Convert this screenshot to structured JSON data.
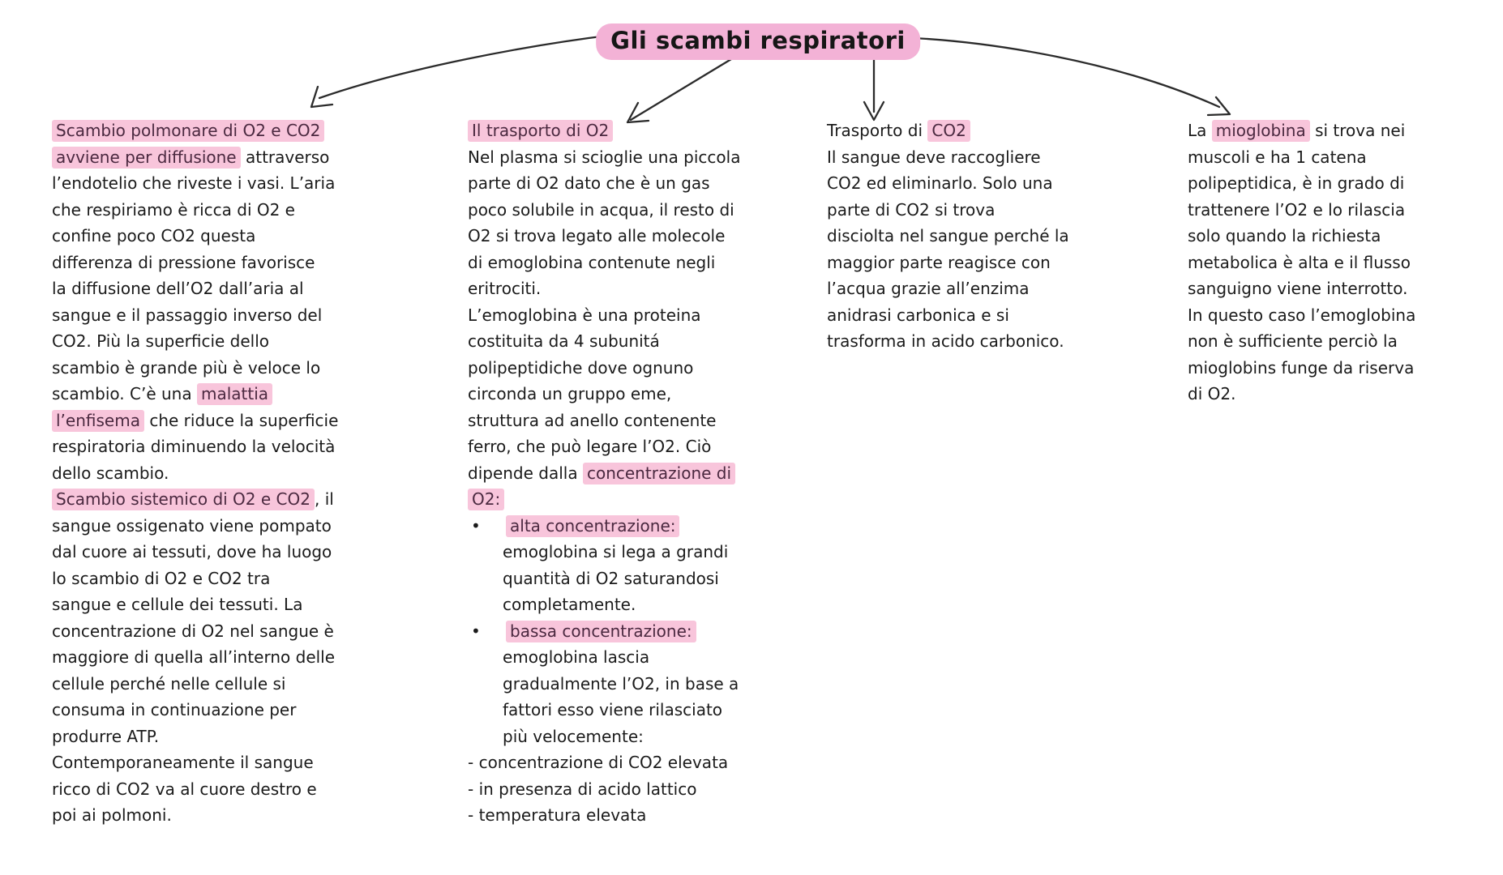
{
  "title": {
    "text": "Gli scambi respiratori"
  },
  "bullet_char": "•",
  "colors": {
    "highlight": "#f8c5db",
    "highlight_text": "#4b2940",
    "title_highlight": "#f3b2d6",
    "ink": "#1b1b1b",
    "arrow": "#2b2b2b"
  },
  "connectors": [
    "arrow-to-scambio-polmonare",
    "arrow-to-trasporto-o2",
    "arrow-to-trasporto-co2",
    "arrow-to-mioglobina"
  ],
  "columns": [
    {
      "id": "scambio-polmonare",
      "lines": [
        {
          "segs": [
            {
              "t": "Scambio polmonare di O2 e CO2",
              "hl": true
            }
          ]
        },
        {
          "segs": [
            {
              "t": "avviene per diffusione",
              "hl": true
            },
            {
              "t": " attraverso"
            }
          ]
        },
        {
          "segs": [
            {
              "t": "l’endotelio che riveste i vasi. L’aria"
            }
          ]
        },
        {
          "segs": [
            {
              "t": "che respiriamo è ricca di O2 e"
            }
          ]
        },
        {
          "segs": [
            {
              "t": "confine poco CO2 questa"
            }
          ]
        },
        {
          "segs": [
            {
              "t": "differenza di pressione favorisce"
            }
          ]
        },
        {
          "segs": [
            {
              "t": "la diffusione dell’O2 dall’aria al"
            }
          ]
        },
        {
          "segs": [
            {
              "t": "sangue e il passaggio inverso del"
            }
          ]
        },
        {
          "segs": [
            {
              "t": "CO2. Più la superficie dello"
            }
          ]
        },
        {
          "segs": [
            {
              "t": "scambio è grande più è veloce lo"
            }
          ]
        },
        {
          "segs": [
            {
              "t": "scambio. C’è una "
            },
            {
              "t": "malattia",
              "hl": true
            }
          ]
        },
        {
          "segs": [
            {
              "t": "l’enfisema",
              "hl": true
            },
            {
              "t": " che riduce la superficie"
            }
          ]
        },
        {
          "segs": [
            {
              "t": "respiratoria diminuendo la velocità"
            }
          ]
        },
        {
          "segs": [
            {
              "t": "dello scambio."
            }
          ]
        },
        {
          "segs": [
            {
              "t": "Scambio sistemico di O2 e CO2",
              "hl": true
            },
            {
              "t": ", il"
            }
          ]
        },
        {
          "segs": [
            {
              "t": "sangue ossigenato viene pompato"
            }
          ]
        },
        {
          "segs": [
            {
              "t": "dal cuore ai tessuti, dove ha luogo"
            }
          ]
        },
        {
          "segs": [
            {
              "t": "lo scambio di O2 e CO2 tra"
            }
          ]
        },
        {
          "segs": [
            {
              "t": "sangue e cellule dei tessuti. La"
            }
          ]
        },
        {
          "segs": [
            {
              "t": "concentrazione di O2 nel sangue è"
            }
          ]
        },
        {
          "segs": [
            {
              "t": "maggiore di quella all’interno delle"
            }
          ]
        },
        {
          "segs": [
            {
              "t": "cellule perché nelle cellule si"
            }
          ]
        },
        {
          "segs": [
            {
              "t": "consuma in continuazione per"
            }
          ]
        },
        {
          "segs": [
            {
              "t": "produrre ATP."
            }
          ]
        },
        {
          "segs": [
            {
              "t": "Contemporaneamente il sangue"
            }
          ]
        },
        {
          "segs": [
            {
              "t": "ricco di CO2 va al cuore destro e"
            }
          ]
        },
        {
          "segs": [
            {
              "t": "poi ai polmoni."
            }
          ]
        }
      ]
    },
    {
      "id": "trasporto-o2",
      "lines": [
        {
          "segs": [
            {
              "t": "Il trasporto di O2",
              "hl": true
            }
          ]
        },
        {
          "segs": [
            {
              "t": "Nel plasma si scioglie una piccola"
            }
          ]
        },
        {
          "segs": [
            {
              "t": "parte di O2 dato che è un gas"
            }
          ]
        },
        {
          "segs": [
            {
              "t": "poco solubile in acqua, il resto di"
            }
          ]
        },
        {
          "segs": [
            {
              "t": "O2 si trova legato alle molecole"
            }
          ]
        },
        {
          "segs": [
            {
              "t": "di emoglobina contenute negli"
            }
          ]
        },
        {
          "segs": [
            {
              "t": "eritrociti."
            }
          ]
        },
        {
          "segs": [
            {
              "t": "L’emoglobina è una proteina"
            }
          ]
        },
        {
          "segs": [
            {
              "t": "costituita da 4 subunitá"
            }
          ]
        },
        {
          "segs": [
            {
              "t": "polipeptidiche dove ognuno"
            }
          ]
        },
        {
          "segs": [
            {
              "t": "circonda un gruppo eme,"
            }
          ]
        },
        {
          "segs": [
            {
              "t": "struttura ad anello contenente"
            }
          ]
        },
        {
          "segs": [
            {
              "t": "ferro, che può legare l’O2. Ciò"
            }
          ]
        },
        {
          "segs": [
            {
              "t": "dipende dalla "
            },
            {
              "t": "concentrazione di",
              "hl": true
            }
          ]
        },
        {
          "segs": [
            {
              "t": "O2:",
              "hl": true
            }
          ]
        },
        {
          "bullet": true,
          "segs": [
            {
              "t": "alta concentrazione:",
              "hl": true
            }
          ]
        },
        {
          "indent": true,
          "segs": [
            {
              "t": "emoglobina si lega a grandi"
            }
          ]
        },
        {
          "indent": true,
          "segs": [
            {
              "t": "quantità di O2 saturandosi"
            }
          ]
        },
        {
          "indent": true,
          "segs": [
            {
              "t": "completamente."
            }
          ]
        },
        {
          "bullet": true,
          "segs": [
            {
              "t": "bassa concentrazione:",
              "hl": true
            }
          ]
        },
        {
          "indent": true,
          "segs": [
            {
              "t": "emoglobina lascia"
            }
          ]
        },
        {
          "indent": true,
          "segs": [
            {
              "t": "gradualmente l’O2, in base a"
            }
          ]
        },
        {
          "indent": true,
          "segs": [
            {
              "t": "fattori esso viene rilasciato"
            }
          ]
        },
        {
          "indent": true,
          "segs": [
            {
              "t": "più velocemente:"
            }
          ]
        },
        {
          "segs": [
            {
              "t": "- concentrazione di CO2 elevata"
            }
          ]
        },
        {
          "segs": [
            {
              "t": "- in presenza di acido lattico"
            }
          ]
        },
        {
          "segs": [
            {
              "t": "- temperatura elevata"
            }
          ]
        }
      ]
    },
    {
      "id": "trasporto-co2",
      "lines": [
        {
          "segs": [
            {
              "t": "Trasporto di "
            },
            {
              "t": "CO2",
              "hl": true
            }
          ]
        },
        {
          "segs": [
            {
              "t": "Il sangue deve raccogliere"
            }
          ]
        },
        {
          "segs": [
            {
              "t": "CO2 ed eliminarlo. Solo una"
            }
          ]
        },
        {
          "segs": [
            {
              "t": "parte di CO2 si trova"
            }
          ]
        },
        {
          "segs": [
            {
              "t": "disciolta nel sangue perché la"
            }
          ]
        },
        {
          "segs": [
            {
              "t": "maggior parte reagisce con"
            }
          ]
        },
        {
          "segs": [
            {
              "t": "l’acqua grazie all’enzima"
            }
          ]
        },
        {
          "segs": [
            {
              "t": "anidrasi carbonica e si"
            }
          ]
        },
        {
          "segs": [
            {
              "t": "trasforma in acido carbonico."
            }
          ]
        }
      ]
    },
    {
      "id": "mioglobina",
      "lines": [
        {
          "segs": [
            {
              "t": "La "
            },
            {
              "t": "mioglobina",
              "hl": true
            },
            {
              "t": " si trova nei"
            }
          ]
        },
        {
          "segs": [
            {
              "t": "muscoli e ha 1 catena"
            }
          ]
        },
        {
          "segs": [
            {
              "t": "polipeptidica, è in grado di"
            }
          ]
        },
        {
          "segs": [
            {
              "t": "trattenere l’O2 e lo rilascia"
            }
          ]
        },
        {
          "segs": [
            {
              "t": "solo quando la richiesta"
            }
          ]
        },
        {
          "segs": [
            {
              "t": "metabolica è alta e il flusso"
            }
          ]
        },
        {
          "segs": [
            {
              "t": "sanguigno viene interrotto."
            }
          ]
        },
        {
          "segs": [
            {
              "t": "In questo caso l’emoglobina"
            }
          ]
        },
        {
          "segs": [
            {
              "t": "non è sufficiente perciò la"
            }
          ]
        },
        {
          "segs": [
            {
              "t": "mioglobins funge da riserva"
            }
          ]
        },
        {
          "segs": [
            {
              "t": "di O2."
            }
          ]
        }
      ]
    }
  ]
}
